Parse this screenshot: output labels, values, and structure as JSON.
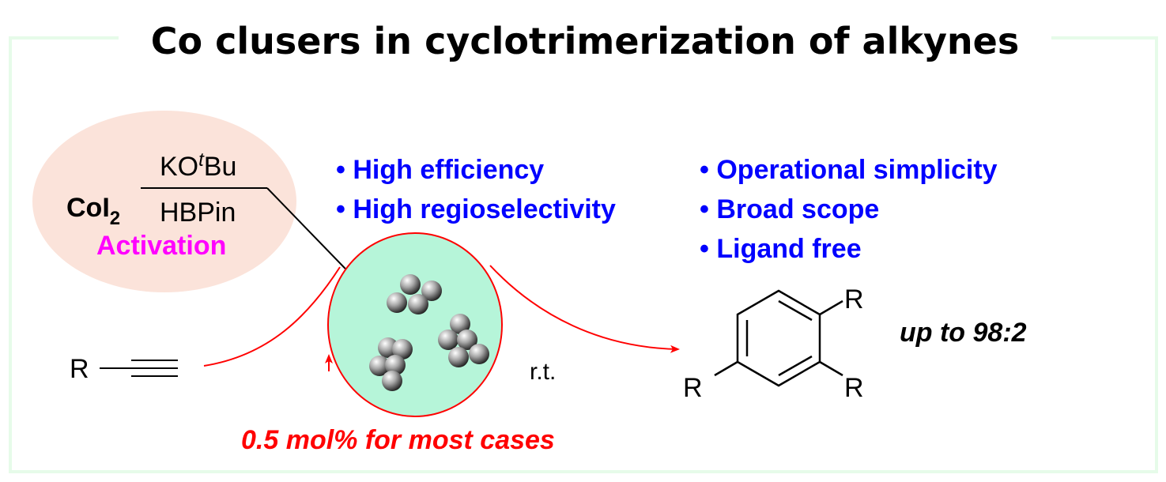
{
  "title": "Co clusers in cyclotrimerization of alkynes",
  "activation": {
    "catalyst": "CoI",
    "catalyst_subscript": "2",
    "reagent_top_prefix": "KO",
    "reagent_top_superscript": "t",
    "reagent_top_suffix": "Bu",
    "reagent_bottom": "HBPin",
    "label": "Activation"
  },
  "features_left": [
    "High efficiency",
    "High regioselectivity"
  ],
  "features_right": [
    "Operational simplicity",
    "Broad scope",
    "Ligand free"
  ],
  "alkyne_substituent": "R",
  "condition": "r.t.",
  "product_substituents": [
    "R",
    "R",
    "R"
  ],
  "selectivity": "up to 98:2",
  "loading": "0.5 mol% for most cases",
  "colors": {
    "frame": "#e6fbe9",
    "features": "#0000ff",
    "activation": "#ff00ff",
    "highlight": "#ff0000",
    "ellipse": "#fbe3da",
    "circle": "#b6f5d9"
  }
}
